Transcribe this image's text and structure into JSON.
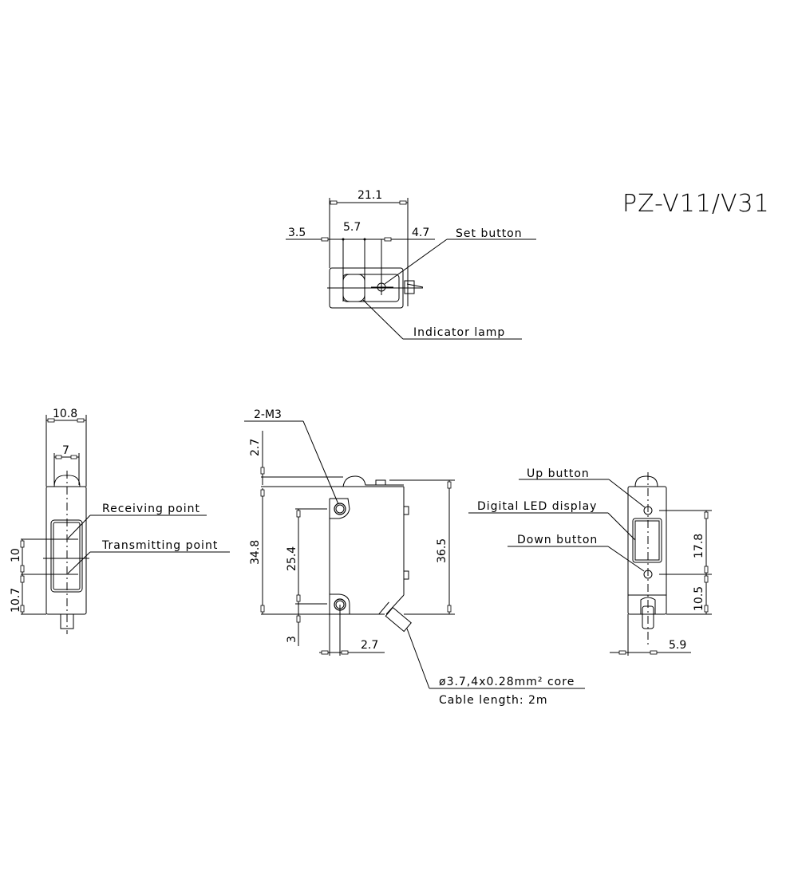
{
  "title": "PZ-V11/V31",
  "top_view": {
    "dimensions": {
      "overall_width": "21.1",
      "left_offset": "3.5",
      "lamp_width": "5.7",
      "right_offset": "4.7"
    },
    "callouts": {
      "set_button": "Set button",
      "indicator_lamp": "Indicator lamp"
    }
  },
  "left_view": {
    "dimensions": {
      "width": "10.8",
      "lens_width": "7",
      "point_spacing": "10",
      "bottom_offset": "10.7"
    },
    "callouts": {
      "receiving_point": "Receiving point",
      "transmitting_point": "Transmitting point"
    }
  },
  "front_view": {
    "dimensions": {
      "top_offset": "2.7",
      "body_height": "34.8",
      "hole_pitch": "25.4",
      "hole_bottom": "3",
      "hole_edge": "2.7",
      "total_height": "36.5"
    },
    "callouts": {
      "mounting_holes": "2-M3",
      "cable_spec": "ø3.7,4x0.28mm² core",
      "cable_length": "Cable length: 2m"
    }
  },
  "right_view": {
    "dimensions": {
      "button_spacing": "17.8",
      "bottom_offset": "10.5",
      "center_offset": "5.9"
    },
    "callouts": {
      "up_button": "Up button",
      "digital_led_display": "Digital LED display",
      "down_button": "Down button"
    }
  }
}
